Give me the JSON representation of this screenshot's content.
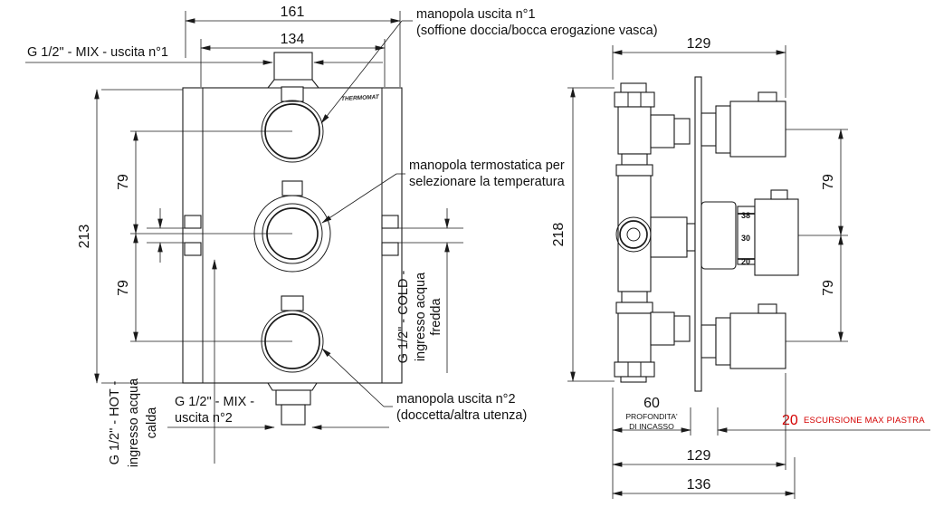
{
  "drawing": {
    "title_semantic": "thermostatic-mixer-technical-drawing",
    "background": "#ffffff",
    "line_color": "#1a1a1a",
    "red_color": "#d40000",
    "brand": "THERMOMAT",
    "front": {
      "dim_width_overall": "161",
      "dim_width_inner": "134",
      "dim_height_overall": "213",
      "dim_knob_spacing_upper": "79",
      "dim_knob_spacing_lower": "79",
      "label_outlet1": "G 1/2\" - MIX - uscita n°1",
      "label_outlet2": [
        "G 1/2\" - MIX -",
        "uscita n°2"
      ],
      "label_hot": [
        "G 1/2\" - HOT -",
        "ingresso acqua",
        "calda"
      ],
      "label_cold": [
        "G 1/2\" - COLD -",
        "ingresso acqua",
        "fredda"
      ],
      "callout_knob1": [
        "manopola uscita n°1",
        "(soffione doccia/bocca erogazione vasca)"
      ],
      "callout_thermostat": [
        "manopola termostatica per",
        "selezionare la temperatura"
      ],
      "callout_knob2": [
        "manopola uscita n°2",
        "(doccetta/altra utenza)"
      ]
    },
    "side": {
      "dim_width_top": "129",
      "dim_height_overall": "218",
      "dim_knob_spacing_upper": "79",
      "dim_knob_spacing_lower": "79",
      "dim_recess_depth": "60",
      "recess_note": [
        "PROFONDITA'",
        "DI INCASSO"
      ],
      "dim_plate_travel": "20",
      "travel_note": "ESCURSIONE MAX PIASTRA",
      "dim_width_bottom": "129",
      "dim_width_total": "136",
      "temp_scale": [
        "38",
        "30",
        "20"
      ]
    }
  }
}
